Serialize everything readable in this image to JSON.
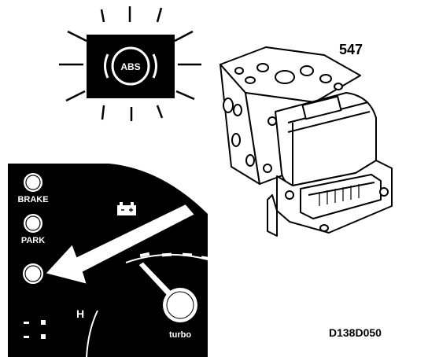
{
  "warning_lamp": {
    "text": "ABS"
  },
  "dashboard": {
    "brake_label": "BRAKE",
    "park_label": "PARK",
    "temp_label": "H",
    "turbo_label": "turbo"
  },
  "component": {
    "part_number": "547"
  },
  "figure": {
    "code": "D138D050"
  },
  "icons": [
    "abs-warning-lamp-icon",
    "light-ray-icon",
    "battery-icon",
    "pointing-arrow-icon",
    "abs-hydraulic-modulator-icon"
  ]
}
